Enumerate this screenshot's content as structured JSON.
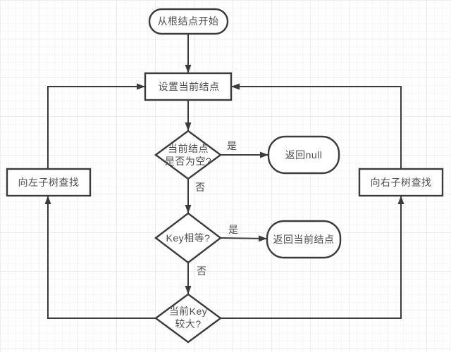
{
  "diagram": {
    "title": "binary-search-tree-key-lookup-flowchart",
    "colors": {
      "stroke": "#3b3b3b",
      "text": "#4d4d4d",
      "background": "#fefefe",
      "grid_minor": "#f6f6f6",
      "grid_major": "#ececec"
    },
    "nodes": {
      "start": {
        "label": "从根结点开始"
      },
      "set_current": {
        "label": "设置当前结点"
      },
      "is_empty": {
        "label_line1": "当前结点",
        "label_line2": "是否为空?"
      },
      "return_null": {
        "label": "返回null"
      },
      "key_equal": {
        "label": "Key相等?"
      },
      "return_current": {
        "label": "返回当前结点"
      },
      "key_larger": {
        "label_line1": "当前Key",
        "label_line2": "较大?"
      },
      "search_left": {
        "label": "向左子树查找"
      },
      "search_right": {
        "label": "向右子树查找"
      }
    },
    "edge_labels": {
      "is_empty_yes": "是",
      "is_empty_no": "否",
      "key_equal_yes": "是",
      "key_equal_no": "否"
    }
  }
}
